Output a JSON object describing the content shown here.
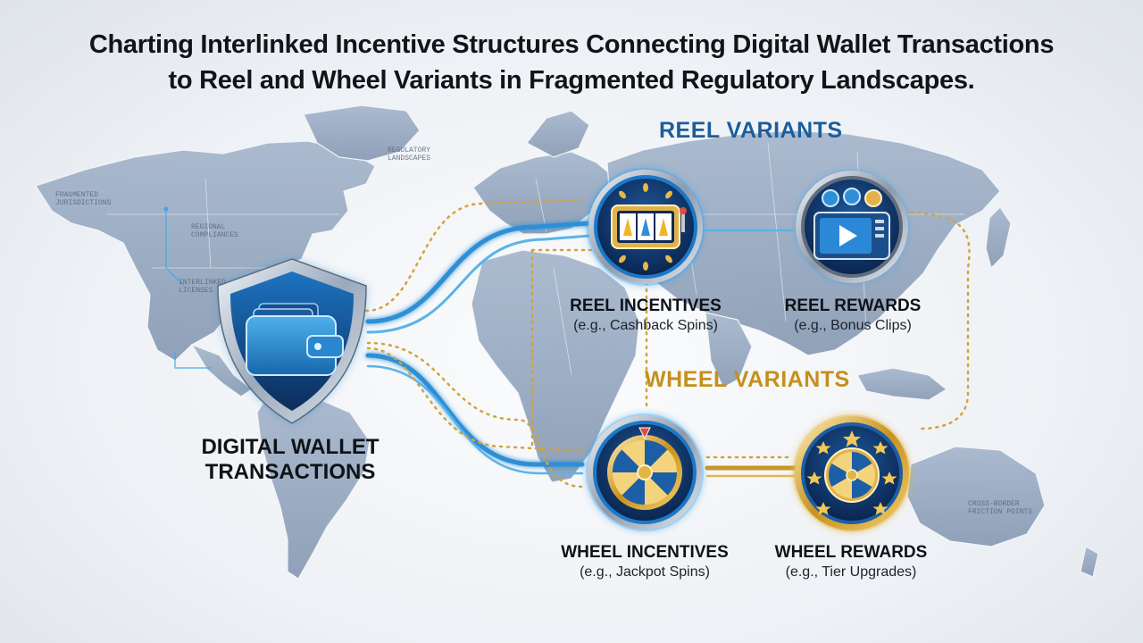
{
  "title_line1": "Charting Interlinked Incentive Structures Connecting Digital Wallet Transactions",
  "title_line2": "to Reel and Wheel Variants in Fragmented Regulatory Landscapes.",
  "map_labels": {
    "regulatory_landscapes": "REGULATORY LANDSCAPES",
    "fragmented_jurisdictions": "FRAGMENTED JURISDICTIONS",
    "regional_compliances": "REGIONAL COMPLIANCES",
    "interlinked_licenses": "INTERLINKED LICENSES",
    "cross_border_friction": "CROSS-BORDER FRICTION POINTS"
  },
  "wallet": {
    "title_line1": "DIGITAL WALLET",
    "title_line2": "TRANSACTIONS",
    "icon": "wallet-shield-icon"
  },
  "reel_section": {
    "label": "REEL VARIANTS",
    "color": "#1c5d9b"
  },
  "wheel_section": {
    "label": "WHEEL VARIANTS",
    "color": "#c4901c"
  },
  "nodes": {
    "reel_incentives": {
      "title": "REEL INCENTIVES",
      "subtitle": "(e.g., Cashback Spins)",
      "icon": "slot-machine-icon"
    },
    "reel_rewards": {
      "title": "REEL REWARDS",
      "subtitle": "(e.g., Bonus Clips)",
      "icon": "video-player-icon"
    },
    "wheel_incentives": {
      "title": "WHEEL INCENTIVES",
      "subtitle": "(e.g., Jackpot Spins)",
      "icon": "prize-wheel-icon"
    },
    "wheel_rewards": {
      "title": "WHEEL REWARDS",
      "subtitle": "(e.g., Tier Upgrades)",
      "icon": "star-wheel-icon"
    }
  },
  "colors": {
    "blue_link": "#2f8fd6",
    "gold_link": "#d4a23a",
    "map_fill": "#93a6c0",
    "navy": "#123a6b"
  }
}
